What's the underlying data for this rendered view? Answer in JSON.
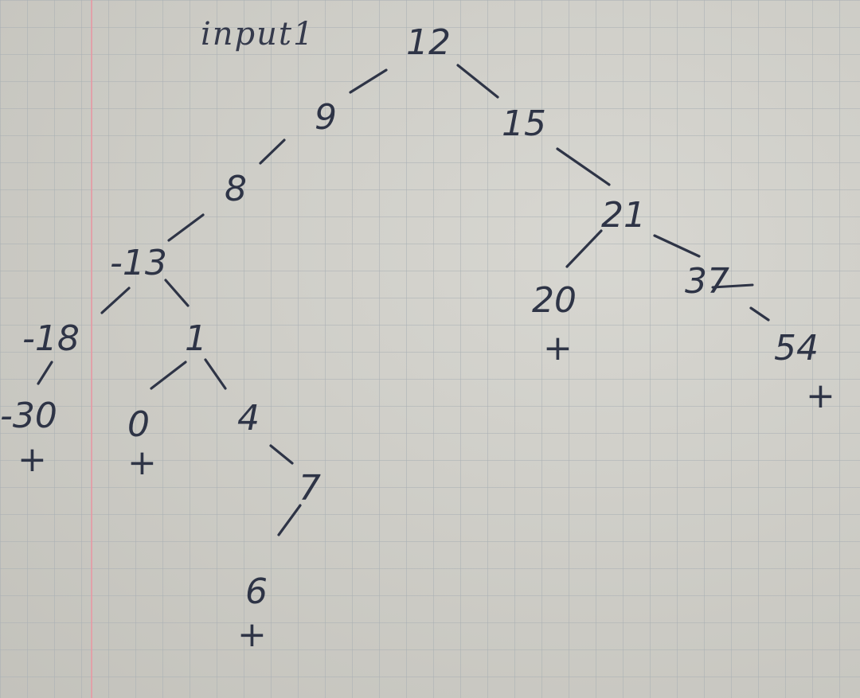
{
  "title": "input1",
  "nodes": [
    {
      "id": "n12",
      "label": "12"
    },
    {
      "id": "n9",
      "label": "9"
    },
    {
      "id": "n15",
      "label": "15"
    },
    {
      "id": "n8",
      "label": "8"
    },
    {
      "id": "n21",
      "label": "21"
    },
    {
      "id": "nm13",
      "label": "-13"
    },
    {
      "id": "n20",
      "label": "20"
    },
    {
      "id": "n37",
      "label": "37"
    },
    {
      "id": "nm18",
      "label": "-18"
    },
    {
      "id": "n1",
      "label": "1"
    },
    {
      "id": "n54",
      "label": "54"
    },
    {
      "id": "nm30",
      "label": "-30"
    },
    {
      "id": "n0",
      "label": "0"
    },
    {
      "id": "n4",
      "label": "4"
    },
    {
      "id": "n7",
      "label": "7"
    },
    {
      "id": "n6",
      "label": "6"
    }
  ],
  "edges": [
    [
      "n12",
      "n9"
    ],
    [
      "n12",
      "n15"
    ],
    [
      "n9",
      "n8"
    ],
    [
      "n15",
      "n21"
    ],
    [
      "n8",
      "nm13"
    ],
    [
      "n21",
      "n20"
    ],
    [
      "n21",
      "n37"
    ],
    [
      "nm13",
      "nm18"
    ],
    [
      "nm13",
      "n1"
    ],
    [
      "n37",
      "n54"
    ],
    [
      "nm18",
      "nm30"
    ],
    [
      "n1",
      "n0"
    ],
    [
      "n1",
      "n4"
    ],
    [
      "n4",
      "n7"
    ],
    [
      "n7",
      "n6"
    ]
  ],
  "leaf_marker": "+",
  "marked_nodes": [
    "nm30",
    "n0",
    "n20",
    "n54",
    "n6"
  ],
  "colors": {
    "ink": "#2e3446",
    "paper": "#cfcec7",
    "grid": "#aab0b4",
    "margin": "#e59aa4"
  }
}
